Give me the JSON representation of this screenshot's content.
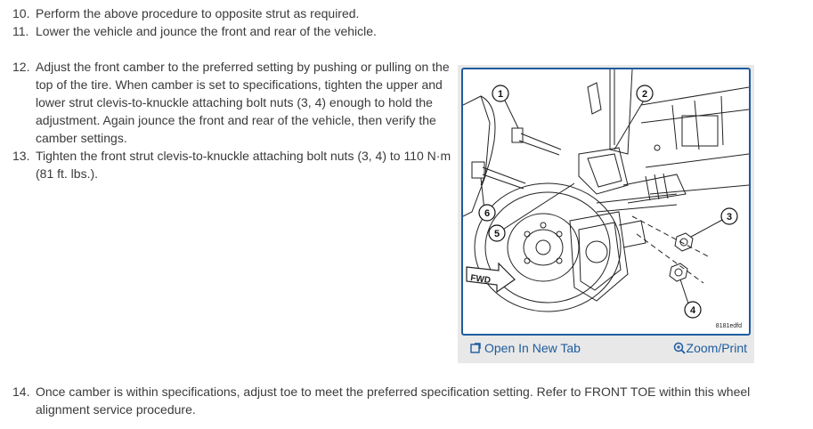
{
  "steps": [
    {
      "num": "10.",
      "text": "Perform the above procedure to opposite strut as required."
    },
    {
      "num": "11.",
      "text": "Lower the vehicle and jounce the front and rear of the vehicle."
    },
    {
      "num": "12.",
      "text": "Adjust the front camber to the preferred setting by pushing or pulling on the top of the tire. When camber is set to specifications, tighten the upper and lower strut clevis-to-knuckle attaching bolt nuts (3, 4) enough to hold the adjustment. Again jounce the front and rear of the vehicle, then verify the camber settings."
    },
    {
      "num": "13.",
      "text": "Tighten the front strut clevis-to-knuckle attaching bolt nuts (3, 4) to 110 N·m (81 ft. lbs.)."
    },
    {
      "num": "14.",
      "text": "Once camber is within specifications, adjust toe to meet the preferred specification setting. Refer to FRONT TOE within this wheel alignment service procedure."
    }
  ],
  "figure": {
    "callouts": [
      "1",
      "2",
      "3",
      "4",
      "5",
      "6"
    ],
    "fwd_label": "FWD",
    "image_code": "8181edfd",
    "open_tab_label": "Open In New Tab",
    "zoom_label": "Zoom/Print",
    "accent_color": "#1e5b9e"
  }
}
